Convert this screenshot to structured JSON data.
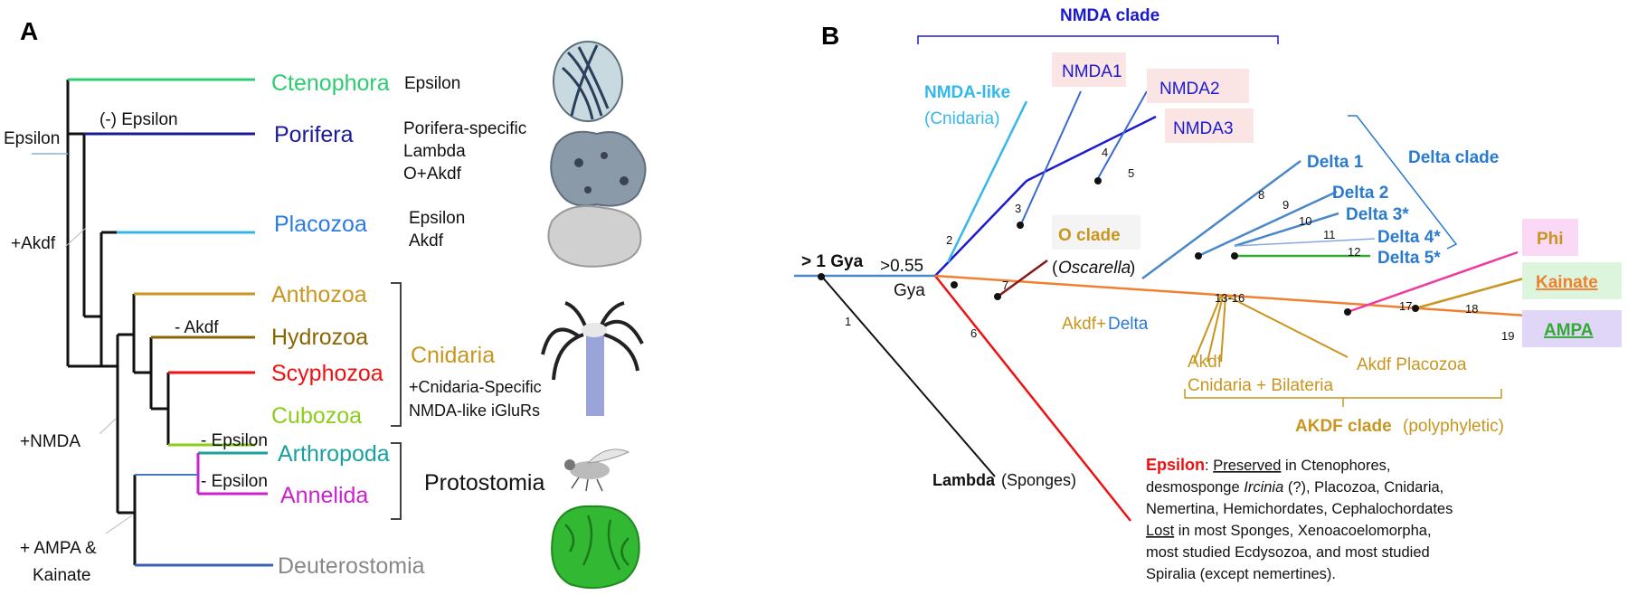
{
  "panel_a": {
    "letter": "A",
    "node_labels": {
      "epsilon": "Epsilon",
      "minus_epsilon_porifera": "(-) Epsilon",
      "plus_akdf": "+Akdf",
      "minus_akdf": "- Akdf",
      "plus_nmda": "+NMDA",
      "minus_epsilon_arthropoda": "- Epsilon",
      "minus_epsilon_annelida": "- Epsilon",
      "plus_ampa": "+ AMPA &",
      "kainate": "Kainate"
    },
    "taxa": [
      {
        "name": "Ctenophora",
        "color": "#2ecc71"
      },
      {
        "name": "Porifera",
        "color": "#1a1a9a"
      },
      {
        "name": "Placozoa",
        "color": "#2a7be4"
      },
      {
        "name": "Anthozoa",
        "color": "#c8961e"
      },
      {
        "name": "Hydrozoa",
        "color": "#8a6500"
      },
      {
        "name": "Scyphozoa",
        "color": "#ee1111"
      },
      {
        "name": "Cubozoa",
        "color": "#8ccc1a"
      },
      {
        "name": "Arthropoda",
        "color": "#1aa0a0"
      },
      {
        "name": "Annelida",
        "color": "#cc22cc"
      },
      {
        "name": "Deuterostomia",
        "color": "#888888"
      }
    ],
    "notes": {
      "ctenophora": "Epsilon",
      "porifera": [
        "Porifera-specific",
        "Lambda",
        "O+Akdf"
      ],
      "placozoa": [
        "Epsilon",
        "Akdf"
      ],
      "cnidaria_label": "Cnidaria",
      "cnidaria_note": [
        "+Cnidaria-Specific",
        "NMDA-like iGluRs"
      ],
      "protostomia": "Protostomia"
    }
  },
  "panel_b": {
    "letter": "B",
    "clades": {
      "nmda": "NMDA clade",
      "delta": "Delta clade",
      "akdf": "AKDF clade",
      "akdf_suffix": "(polyphyletic)"
    },
    "root": {
      "age": "> 1 Gya",
      "age2": ">0.55",
      "gya": "Gya"
    },
    "nmda_like": [
      "NMDA-like",
      "(Cnidaria)"
    ],
    "nmda_boxes": [
      "NMDA1",
      "NMDA2",
      "NMDA3"
    ],
    "deltas": [
      "Delta 1",
      "Delta 2",
      "Delta 3*",
      "Delta 4*",
      "Delta 5*"
    ],
    "o_clade": {
      "name": "O clade",
      "sub": "Oscarella"
    },
    "akdf_delta": {
      "akdf": "Akdf+",
      "delta": "Delta"
    },
    "akdf_cnidaria": [
      "Akdf",
      "Cnidaria + Bilateria"
    ],
    "akdf_placozoa": "Akdf Placozoa",
    "terminals": {
      "phi": "Phi",
      "kainate": "Kainate",
      "ampa": "AMPA"
    },
    "lambda": {
      "name": "Lambda",
      "sub": "(Sponges)"
    },
    "branch_numbers": [
      "1",
      "2",
      "3",
      "4",
      "5",
      "6",
      "7",
      "8",
      "9",
      "10",
      "11",
      "12",
      "13-16",
      "17",
      "18",
      "19"
    ],
    "epsilon": {
      "title": "Epsilon",
      "colon": ": ",
      "preserved": "Preserved",
      "line1_rest": " in Ctenophores,",
      "line2a": "desmosponge ",
      "line2_italic": "Ircinia",
      "line2b": " (?), Placozoa, Cnidaria,",
      "line3": "Nemertina, Hemichordates, Cephalochordates",
      "lost": "Lost",
      "line4_rest": " in most Sponges, Xenoacoelomorpha,",
      "line5": "most studied Ecdysozoa, and most studied",
      "line6": "Spiralia (except  nemertines)."
    },
    "colors": {
      "nmda": "#1a1ad0",
      "delta": "#2a7ad0",
      "akdf": "#c8961e",
      "epsilon": "#ee1111",
      "phi": "#ee3aa0",
      "orange": "#f08030",
      "cyan": "#33b8e8",
      "green": "#33aa33"
    }
  }
}
